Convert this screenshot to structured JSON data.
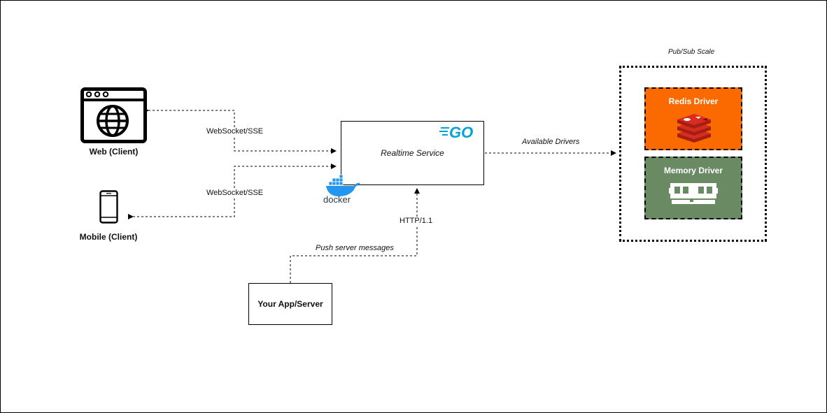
{
  "clients": {
    "web_label": "Web (Client)",
    "mobile_label": "Mobile (Client)"
  },
  "connections": {
    "web_protocol": "WebSocket/SSE",
    "mobile_protocol": "WebSocket/SSE",
    "http_label": "HTTP/1.1",
    "push_label": "Push server messages",
    "drivers_label": "Available Drivers"
  },
  "service": {
    "title": "Realtime Service",
    "go_logo_text": "GO",
    "docker_logo_text": "docker"
  },
  "app": {
    "label": "Your App/Server"
  },
  "pubsub": {
    "title": "Pub/Sub Scale",
    "redis_label": "Redis Driver",
    "memory_label": "Memory Driver"
  },
  "colors": {
    "redis": "#fa6a00",
    "memory": "#6a8a63",
    "go": "#00a3d4",
    "docker": "#2496ed"
  },
  "icons": [
    "browser-globe-icon",
    "mobile-phone-icon",
    "go-logo-icon",
    "docker-logo-icon",
    "redis-icon",
    "memory-chip-icon"
  ]
}
